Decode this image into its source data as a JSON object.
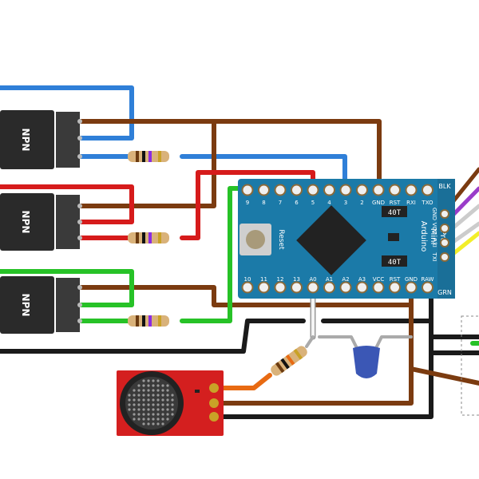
{
  "colors": {
    "brown": "#7b3b10",
    "blue": "#2f7fd8",
    "red": "#d61b1b",
    "green": "#27c227",
    "black": "#1a1a1a",
    "white": "#f4f4f4",
    "yellow": "#f2ee2a",
    "purple": "#9a3cc9",
    "orange": "#e86a12",
    "board": "#1b7aa8",
    "transistor": "#2a2a2a",
    "mic_board": "#d41f1f",
    "capacitor": "#3b57b5"
  },
  "transistors": [
    {
      "label": "NPN"
    },
    {
      "label": "NPN"
    },
    {
      "label": "NPN"
    }
  ],
  "arduino": {
    "top_pins": [
      "9",
      "8",
      "7",
      "6",
      "5",
      "4",
      "3",
      "2",
      "GND",
      "RST",
      "RXI",
      "TXO"
    ],
    "bottom_pins": [
      "10",
      "11",
      "12",
      "13",
      "A0",
      "A1",
      "A2",
      "A3",
      "VCC",
      "RST",
      "GND",
      "RAW"
    ],
    "side_pins": [
      "GND",
      "VCC",
      "RXI",
      "TXI"
    ],
    "corner_top": "BLK",
    "corner_bottom": "GRN",
    "reset_label": "Reset",
    "title_line1": "Arduino",
    "title_line2": "Mini",
    "title_line3": "Pro",
    "chip1": "40T",
    "chip2": "40T"
  }
}
